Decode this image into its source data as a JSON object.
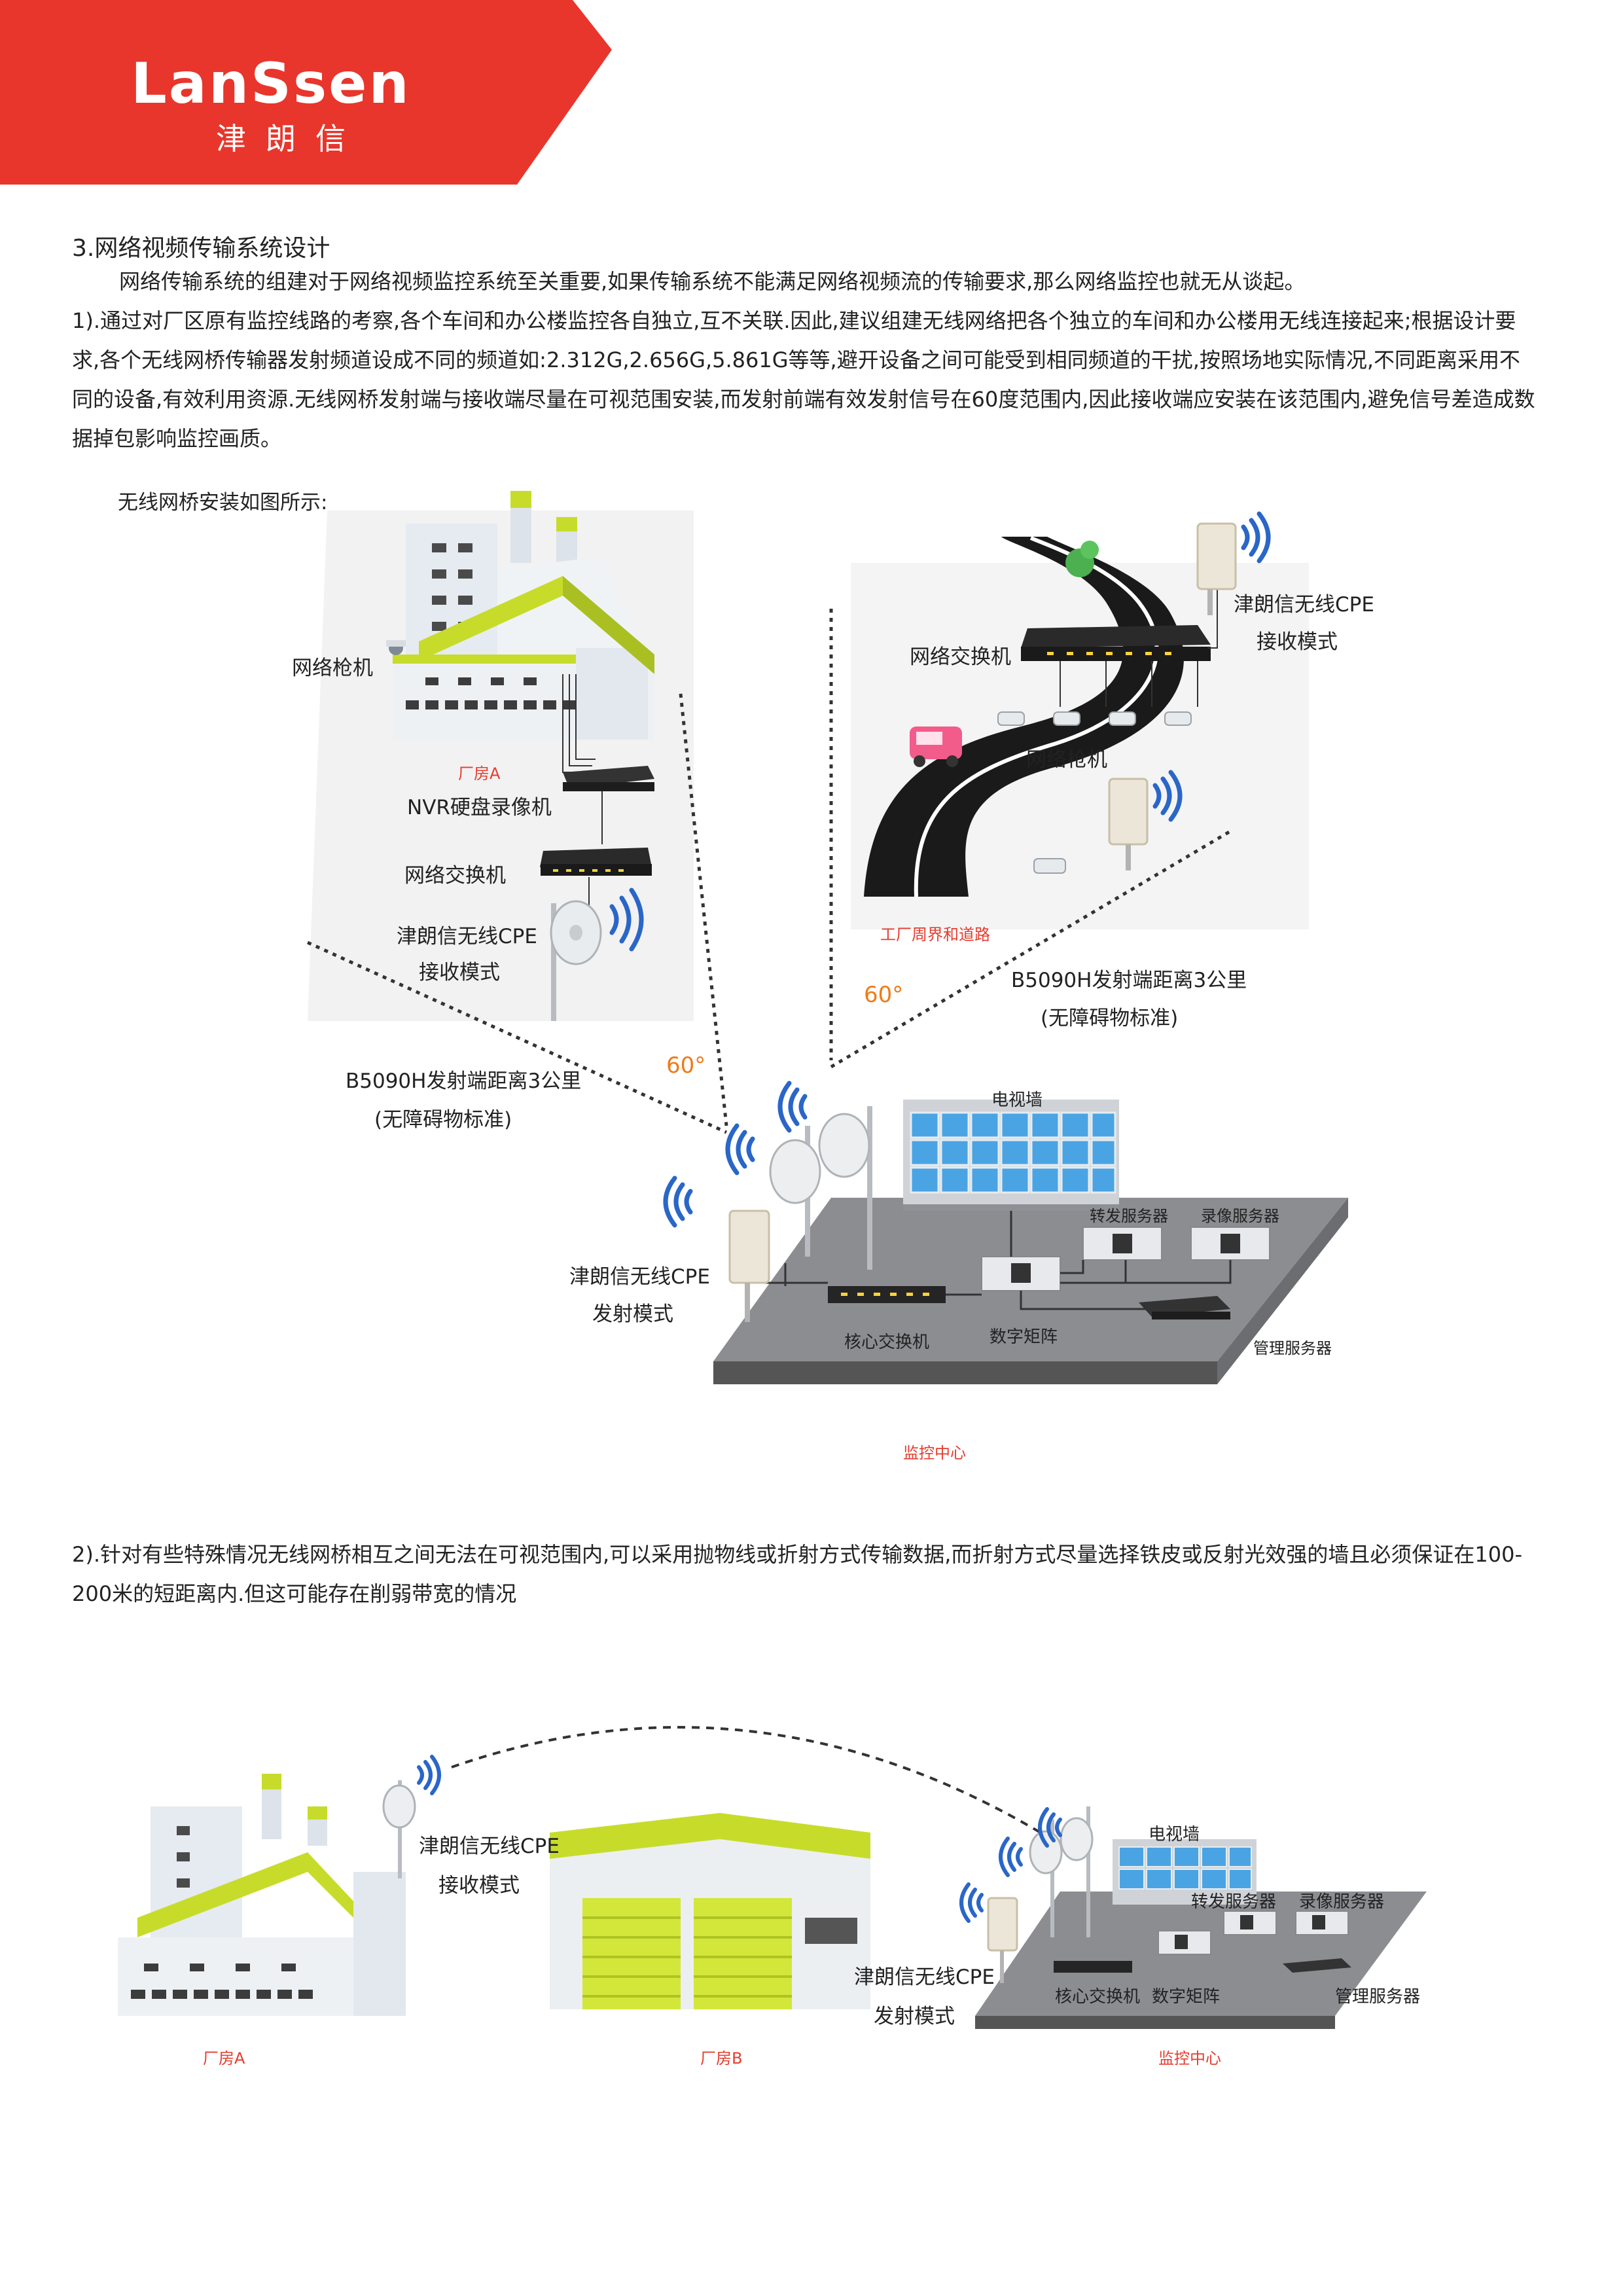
{
  "brand": {
    "name": "LanSsen",
    "name_cn": "津朗信",
    "color": "#e8362c"
  },
  "section_title": "3.网络视频传输系统设计",
  "intro_paragraph": "网络传输系统的组建对于网络视频监控系统至关重要,如果传输系统不能满足网络视频流的传输要求,那么网络监控也就无从谈起。",
  "point1": "1).通过对厂区原有监控线路的考察,各个车间和办公楼监控各自独立,互不关联.因此,建议组建无线网络把各个独立的车间和办公楼用无线连接起来;根据设计要求,各个无线网桥传输器发射频道设成不同的频道如:2.312G,2.656G,5.861G等等,避开设备之间可能受到相同频道的干扰,按照场地实际情况,不同距离采用不同的设备,有效利用资源.无线网桥发射端与接收端尽量在可视范围安装,而发射前端有效发射信号在60度范围内,因此接收端应安装在该范围内,避免信号差造成数据掉包影响监控画质。",
  "diagram1": {
    "caption": "无线网桥安装如图所示:",
    "factory": {
      "camera_label": "网络枪机",
      "building_name": "厂房A",
      "nvr_label": "NVR硬盘录像机",
      "switch_label": "网络交换机",
      "cpe_label_line1": "津朗信无线CPE",
      "cpe_label_line2": "接收模式"
    },
    "road": {
      "switch_label": "网络交换机",
      "cpe_label_line1": "津朗信无线CPE",
      "cpe_label_line2": "接收模式",
      "camera_label": "网络枪机",
      "area_name": "工厂周界和道路"
    },
    "left_range_line1": "B5090H发射端距离3公里",
    "left_range_line2": "(无障碍物标准)",
    "left_angle": "60°",
    "right_range_line1": "B5090H发射端距离3公里",
    "right_range_line2": "(无障碍物标准)",
    "right_angle": "60°",
    "center": {
      "tv_wall": "电视墙",
      "forward_server": "转发服务器",
      "record_server": "录像服务器",
      "cpe_label_line1": "津朗信无线CPE",
      "cpe_label_line2": "发射模式",
      "core_switch": "核心交换机",
      "digital_matrix": "数字矩阵",
      "mgmt_server": "管理服务器",
      "name": "监控中心"
    }
  },
  "point2": "2).针对有些特殊情况无线网桥相互之间无法在可视范围内,可以采用抛物线或折射方式传输数据,而折射方式尽量选择铁皮或反射光效强的墙且必须保证在100-200米的短距离内.但这可能存在削弱带宽的情况",
  "diagram2": {
    "building_a": "厂房A",
    "building_b": "厂房B",
    "recv_cpe_line1": "津朗信无线CPE",
    "recv_cpe_line2": "接收模式",
    "send_cpe_line1": "津朗信无线CPE",
    "send_cpe_line2": "发射模式",
    "tv_wall": "电视墙",
    "forward_server": "转发服务器",
    "record_server": "录像服务器",
    "core_switch": "核心交换机",
    "digital_matrix": "数字矩阵",
    "mgmt_server": "管理服务器",
    "center_name": "监控中心"
  },
  "colors": {
    "lime": "#c7dc2a",
    "signal_blue": "#2a66c8",
    "label_red": "#e53c2e",
    "angle_orange": "#f07b16"
  }
}
